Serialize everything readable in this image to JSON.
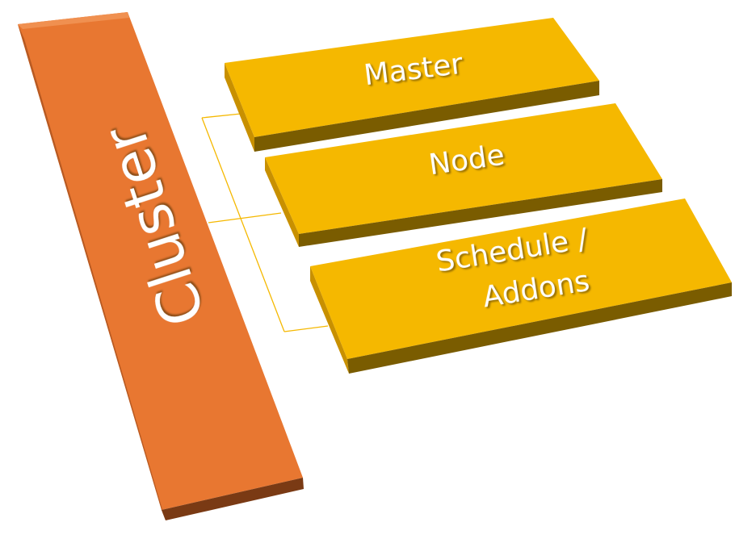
{
  "colors": {
    "cluster": "#E87731",
    "cluster_dark": "#7A3A14",
    "box": "#F5B800",
    "box_dark": "#7A5C00",
    "connector": "#F5B800"
  },
  "cluster": {
    "label": "Cluster"
  },
  "boxes": [
    {
      "label_lines": [
        "Master"
      ]
    },
    {
      "label_lines": [
        "Node"
      ]
    },
    {
      "label_lines": [
        "Schedule /",
        "Addons"
      ]
    }
  ]
}
